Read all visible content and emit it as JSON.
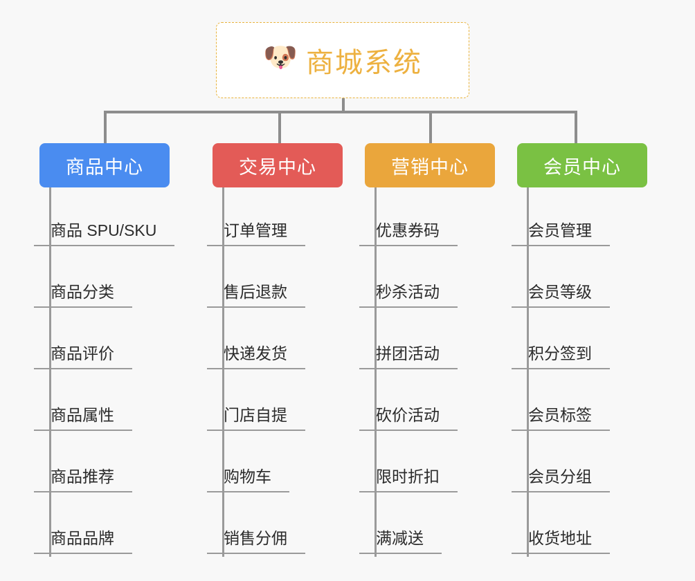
{
  "root": {
    "icon": "shiba-dog-face-emoji",
    "icon_glyph": "🐶",
    "title": "商城系统",
    "title_color": "#edb140",
    "border_color": "#e8b23a"
  },
  "connector_color": "#8d8d8d",
  "columns": [
    {
      "id": "product-center",
      "title": "商品中心",
      "color": "#4a8cf0",
      "items": [
        "商品 SPU/SKU",
        "商品分类",
        "商品评价",
        "商品属性",
        "商品推荐",
        "商品品牌"
      ]
    },
    {
      "id": "trade-center",
      "title": "交易中心",
      "color": "#e35b57",
      "items": [
        "订单管理",
        "售后退款",
        "快递发货",
        "门店自提",
        "购物车",
        "销售分佣"
      ]
    },
    {
      "id": "marketing-center",
      "title": "营销中心",
      "color": "#eaa63c",
      "items": [
        "优惠券码",
        "秒杀活动",
        "拼团活动",
        "砍价活动",
        "限时折扣",
        "满减送"
      ]
    },
    {
      "id": "member-center",
      "title": "会员中心",
      "color": "#7cc councils"
    }
  ]
}
